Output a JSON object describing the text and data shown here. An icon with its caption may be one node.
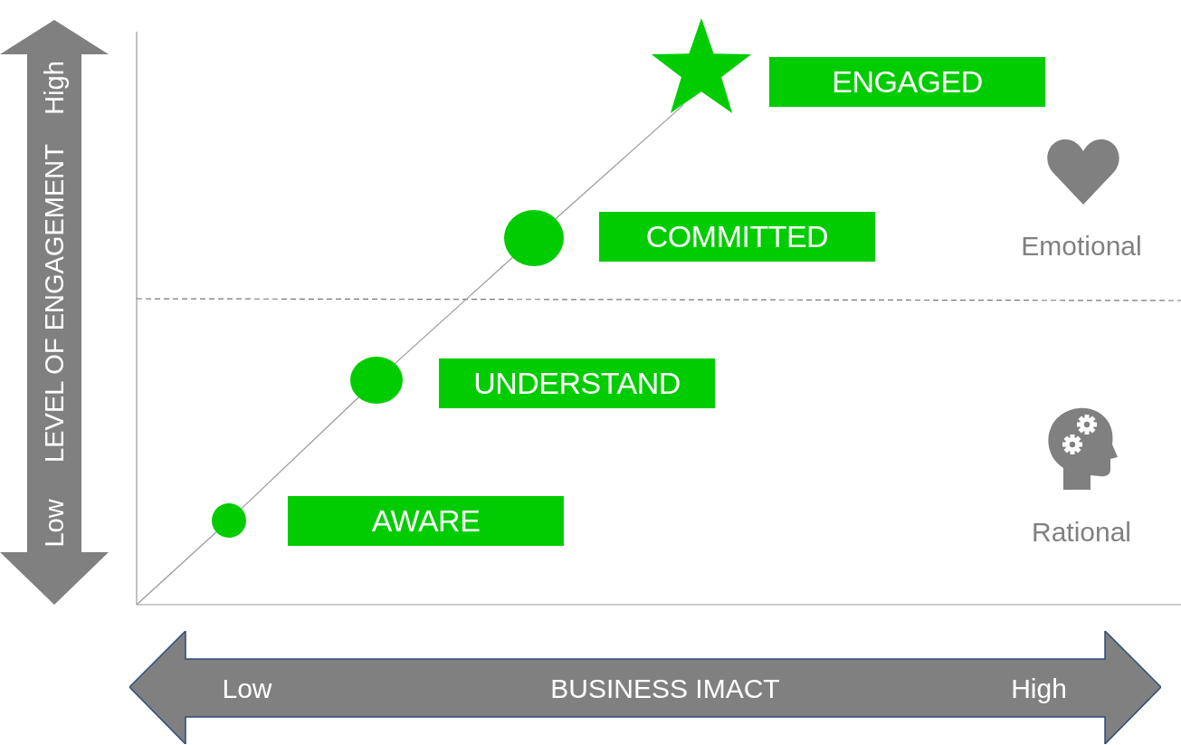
{
  "diagram": {
    "nodes": [
      {
        "text": [
          "High",
          "LEVEL OF ENGAGEMENT",
          "Low"
        ]
      },
      {
        "text": [],
        "shape": "star"
      },
      {
        "text": [
          "ENGAGED"
        ]
      },
      {
        "text": [],
        "shape": "circle"
      },
      {
        "text": [
          "COMMITTED"
        ]
      },
      {
        "text": [],
        "shape": "circle"
      },
      {
        "text": [
          "UNDERSTAND"
        ]
      },
      {
        "text": [],
        "shape": "circle"
      },
      {
        "text": [
          "AWARE"
        ]
      },
      {
        "text": [
          "Low",
          "BUSINESS IMACT",
          "High"
        ]
      }
    ],
    "edges": [
      {
        "from": null,
        "to": 7,
        "arrow": "none"
      },
      {
        "from": 7,
        "to": 5,
        "arrow": "none"
      },
      {
        "from": 5,
        "to": 3,
        "arrow": "none"
      },
      {
        "from": 3,
        "to": 1,
        "arrow": "none"
      }
    ],
    "labels": [
      "Emotional",
      "Rational"
    ]
  }
}
